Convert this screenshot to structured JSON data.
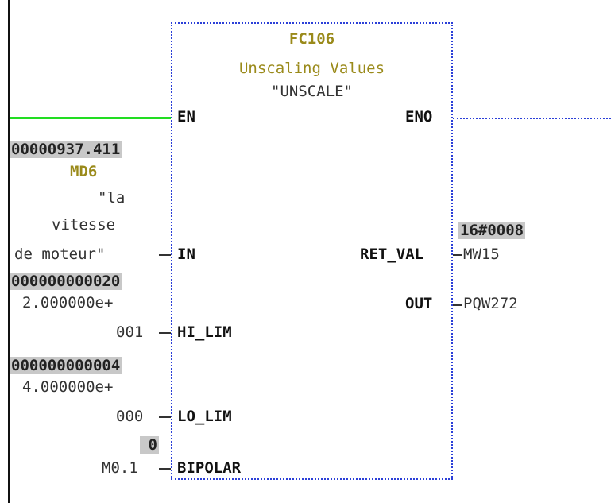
{
  "block": {
    "number": "FC106",
    "title": "Unscaling Values",
    "symbol": "\"UNSCALE\""
  },
  "pins": {
    "en": "EN",
    "eno": "ENO",
    "in": "IN",
    "hi_lim": "HI_LIM",
    "lo_lim": "LO_LIM",
    "bipolar": "BIPOLAR",
    "ret_val": "RET_VAL",
    "out": "OUT"
  },
  "inputs": {
    "in": {
      "status": "00000937.411",
      "address": "MD6",
      "symbol_lines": [
        "\"la",
        "vitesse",
        "de moteur\""
      ]
    },
    "hi_lim": {
      "status": "000000000020",
      "value_lines": [
        "2.000000e+",
        "001"
      ]
    },
    "lo_lim": {
      "status": "000000000004",
      "value_lines": [
        "4.000000e+",
        "000"
      ]
    },
    "bipolar": {
      "status": "0",
      "address": "M0.1"
    }
  },
  "outputs": {
    "ret_val": {
      "status": "16#0008",
      "address": "MW15"
    },
    "out": {
      "address": "PQW272"
    }
  },
  "colors": {
    "power_flow": "#22dd22",
    "block_border": "#2b3fd8",
    "address_text": "#9a8a1a",
    "status_bg": "#c8c8c8"
  }
}
